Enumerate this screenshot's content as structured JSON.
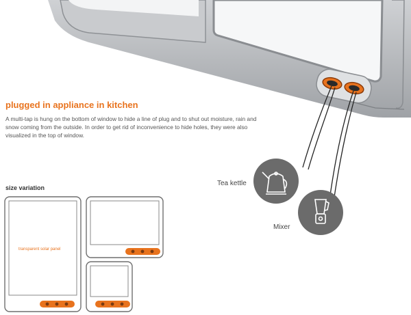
{
  "heading": "plugged in appliance in kitchen",
  "description": "A multi-tap is hung on the bottom of window to hide a line of plug and to shut out moisture, rain and snow coming from the outside. In order to get rid of inconvenience to hide holes, they were also visualized in the top of window.",
  "size_variation_title": "size variation",
  "appliances": {
    "tea_kettle": "Tea kettle",
    "mixer": "Mixer"
  },
  "panel_label": "transparent solar panel",
  "colors": {
    "accent": "#e8731e",
    "frame": "#b7b9bc",
    "callout_circle": "#6b6b6b",
    "text": "#555555"
  }
}
